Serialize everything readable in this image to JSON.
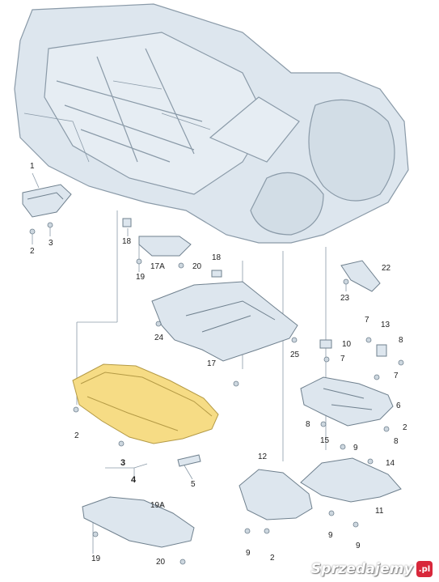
{
  "callouts": {
    "c1": "1",
    "c2a": "2",
    "c3a": "3",
    "c18a": "18",
    "c17a": "17A",
    "c20a": "20",
    "c19a": "19",
    "c18b": "18",
    "c22": "22",
    "c23": "23",
    "c24": "24",
    "c17": "17",
    "c25": "25",
    "c7a": "7",
    "c13": "13",
    "c8a": "8",
    "c10": "10",
    "c7b": "7",
    "c7c": "7",
    "c6": "6",
    "c8b": "8",
    "c15": "15",
    "c9a": "9",
    "c2b": "2",
    "c8c": "8",
    "c14": "14",
    "c2c": "2",
    "c3b": "3",
    "c4": "4",
    "c5": "5",
    "c12": "12",
    "c11": "11",
    "c9b": "9",
    "c9c": "9",
    "c2d": "2",
    "c9d": "9",
    "c19A": "19A",
    "c19b": "19",
    "c20b": "20"
  },
  "watermark": {
    "text": "Sprzedajemy",
    "badge": ".pl"
  },
  "colors": {
    "highlight_part": "#f6dc85",
    "line_art": "#8a9aa8",
    "body_fill": "#dde6ee"
  }
}
